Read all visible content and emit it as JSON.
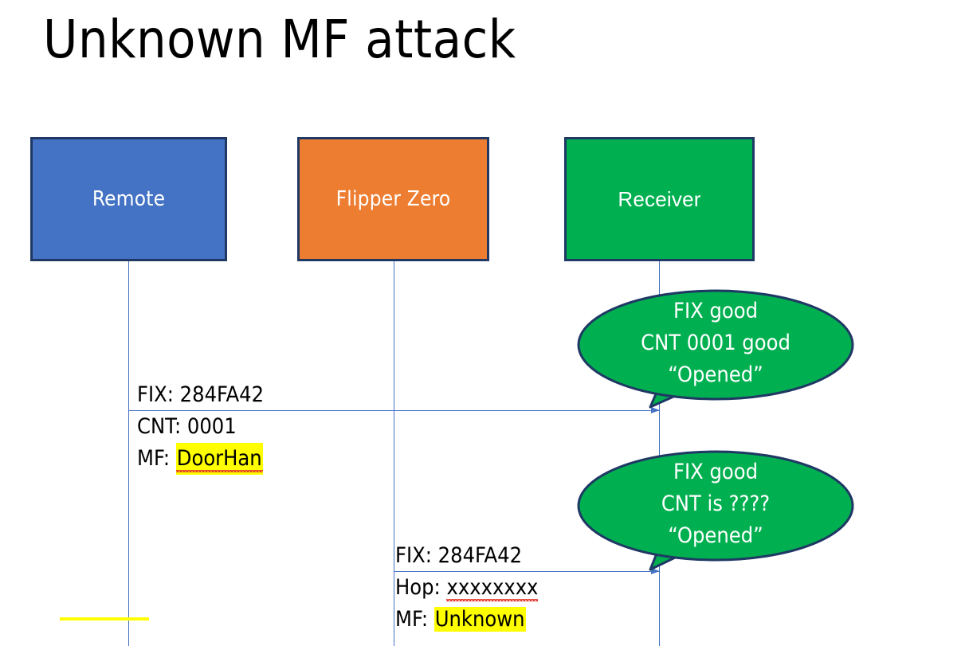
{
  "slide": {
    "title": "Unknown MF attack",
    "background": "#ffffff"
  },
  "colors": {
    "remote_blue": "#4472C4",
    "flipper_orange": "#ED7D31",
    "receiver_green": "#00B050",
    "border_navy": "#1F3864",
    "highlight_yellow": "#FFFF00",
    "spellcheck_red": "#E8352B",
    "text_black": "#000000",
    "text_white": "#ffffff"
  },
  "actors": [
    {
      "id": "remote",
      "label": "Remote",
      "fill": "#4472C4"
    },
    {
      "id": "flipper",
      "label": "Flipper Zero",
      "fill": "#ED7D31"
    },
    {
      "id": "receiver",
      "label": "Receiver",
      "fill": "#00B050"
    }
  ],
  "messages": [
    {
      "id": "msg-1",
      "from": "remote",
      "to": "receiver",
      "lines": [
        {
          "prefix": "FIX: ",
          "value": "284FA42",
          "highlight": false,
          "spellcheck_error": false
        },
        {
          "prefix": "CNT: ",
          "value": "0001",
          "highlight": false,
          "spellcheck_error": false
        },
        {
          "prefix": "MF: ",
          "value": "DoorHan",
          "highlight": true,
          "spellcheck_error": true
        }
      ]
    },
    {
      "id": "msg-2",
      "from": "flipper",
      "to": "receiver",
      "lines": [
        {
          "prefix": "FIX: ",
          "value": "284FA42",
          "highlight": false,
          "spellcheck_error": false
        },
        {
          "prefix": "Hop: ",
          "value": "xxxxxxxx",
          "highlight": false,
          "spellcheck_error": true
        },
        {
          "prefix": "MF: ",
          "value": "Unknown",
          "highlight": true,
          "spellcheck_error": false
        }
      ]
    }
  ],
  "bubbles": [
    {
      "id": "bubble-1",
      "owner": "receiver",
      "fill": "#00B050",
      "lines": [
        "FIX good",
        "CNT 0001 good",
        "“Opened”"
      ]
    },
    {
      "id": "bubble-2",
      "owner": "receiver",
      "fill": "#00B050",
      "lines": [
        "FIX good",
        "CNT is ????",
        "“Opened”"
      ]
    }
  ]
}
